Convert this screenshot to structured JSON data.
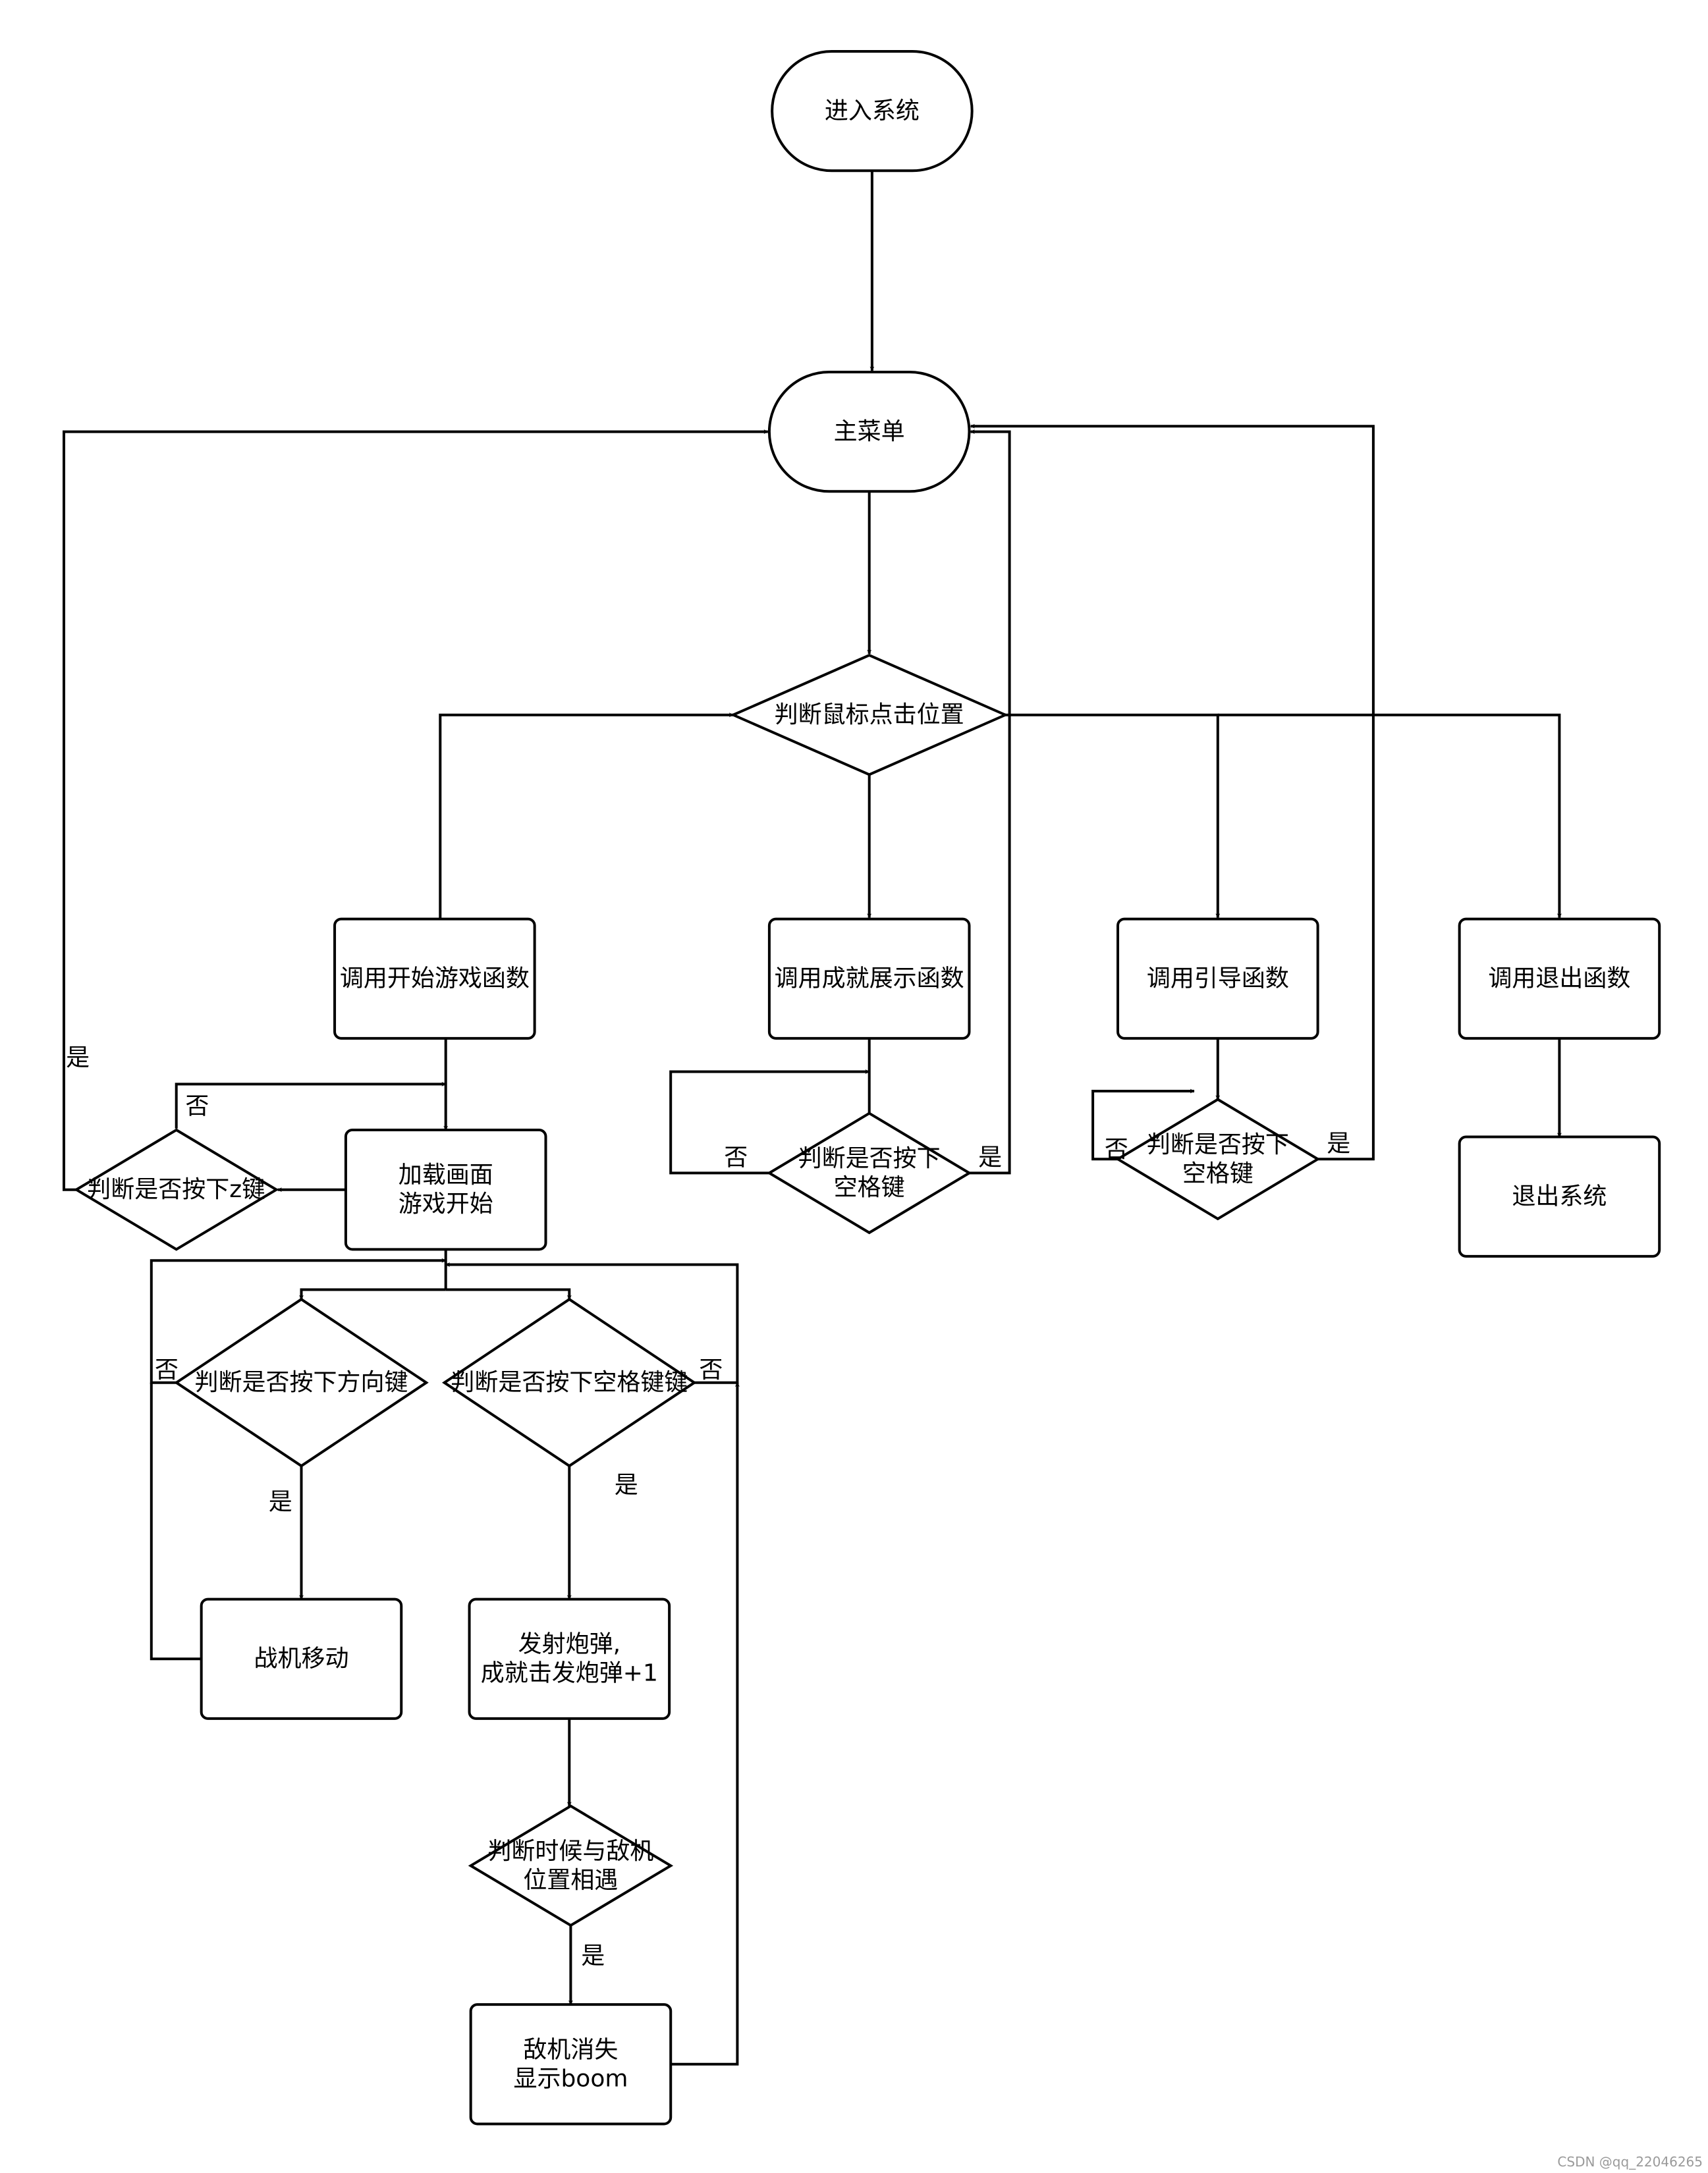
{
  "diagram": {
    "nodes": [
      {
        "id": "enter",
        "shape": "ellipse",
        "lines": [
          "进入系统"
        ]
      },
      {
        "id": "main_menu",
        "shape": "ellipse",
        "lines": [
          "主菜单"
        ]
      },
      {
        "id": "judge_mouse",
        "shape": "diamond",
        "lines": [
          "判断鼠标点击位置"
        ]
      },
      {
        "id": "call_start",
        "shape": "rect",
        "lines": [
          "调用开始游戏函数"
        ]
      },
      {
        "id": "call_achieve",
        "shape": "rect",
        "lines": [
          "调用成就展示函数"
        ]
      },
      {
        "id": "call_guide",
        "shape": "rect",
        "lines": [
          "调用引导函数"
        ]
      },
      {
        "id": "call_exit",
        "shape": "rect",
        "lines": [
          "调用退出函数"
        ]
      },
      {
        "id": "exit_system",
        "shape": "rect",
        "lines": [
          "退出系统"
        ]
      },
      {
        "id": "load_game",
        "shape": "rect",
        "lines": [
          "加载画面",
          "游戏开始"
        ]
      },
      {
        "id": "judge_z",
        "shape": "diamond",
        "lines": [
          "判断是否按下z键"
        ]
      },
      {
        "id": "judge_space_a",
        "shape": "diamond",
        "lines": [
          "判断是否按下",
          "空格键"
        ]
      },
      {
        "id": "judge_space_g",
        "shape": "diamond",
        "lines": [
          "判断是否按下",
          "空格键"
        ]
      },
      {
        "id": "judge_dir",
        "shape": "diamond",
        "lines": [
          "判断是否按下方向键"
        ]
      },
      {
        "id": "judge_fire",
        "shape": "diamond",
        "lines": [
          "判断是否按下空格键键"
        ]
      },
      {
        "id": "plane_move",
        "shape": "rect",
        "lines": [
          "战机移动"
        ]
      },
      {
        "id": "fire",
        "shape": "rect",
        "lines": [
          "发射炮弹,",
          "成就击发炮弹+1"
        ]
      },
      {
        "id": "judge_meet",
        "shape": "diamond",
        "lines": [
          "判断时候与敌机",
          "位置相遇"
        ]
      },
      {
        "id": "enemy_gone",
        "shape": "rect",
        "lines": [
          "敌机消失",
          "显示boom"
        ]
      }
    ],
    "edge_labels": [
      {
        "id": "z_yes",
        "text": "是"
      },
      {
        "id": "z_no",
        "text": "否"
      },
      {
        "id": "sa_no",
        "text": "否"
      },
      {
        "id": "sa_yes",
        "text": "是"
      },
      {
        "id": "sg_no",
        "text": "否"
      },
      {
        "id": "sg_yes",
        "text": "是"
      },
      {
        "id": "dir_no",
        "text": "否"
      },
      {
        "id": "dir_yes",
        "text": "是"
      },
      {
        "id": "fire_no",
        "text": "否"
      },
      {
        "id": "fire_yes",
        "text": "是"
      },
      {
        "id": "meet_yes",
        "text": "是"
      }
    ]
  },
  "watermark": "CSDN @qq_22046265"
}
